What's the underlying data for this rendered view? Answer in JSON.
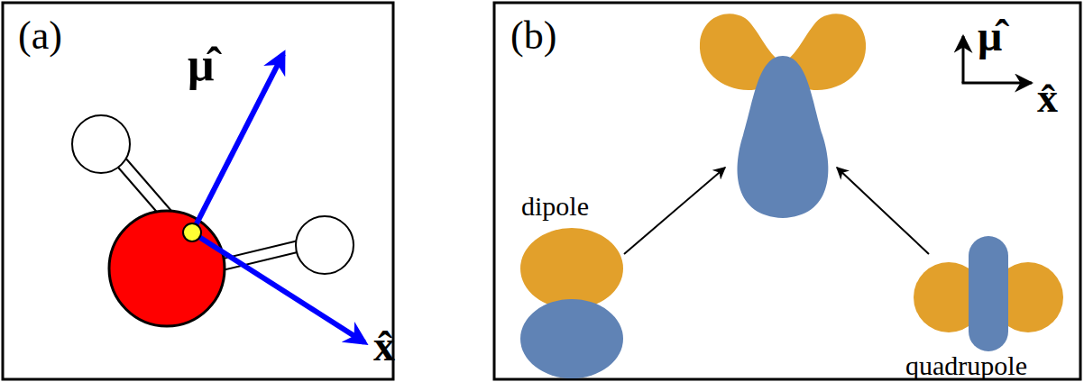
{
  "diagram": {
    "labels": [
      "(a)",
      "μ̂",
      "x̂",
      "(b)",
      "dipole",
      "quadrupole",
      "μ̂",
      "x̂"
    ]
  }
}
